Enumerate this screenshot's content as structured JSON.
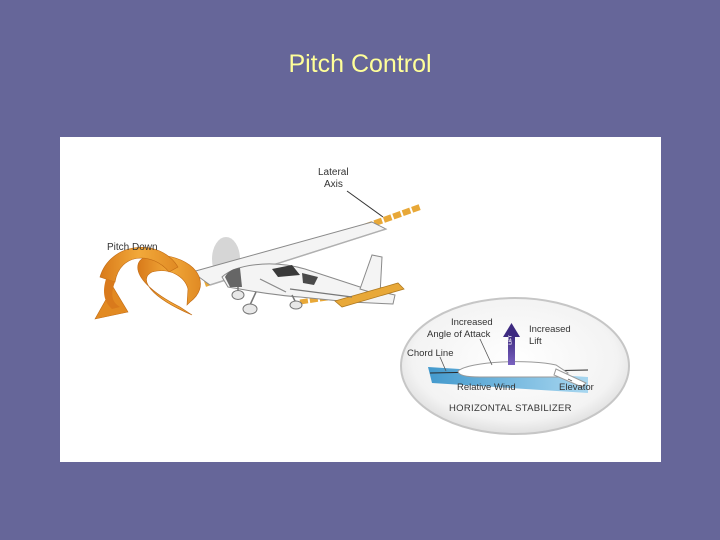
{
  "slide": {
    "title": "Pitch Control",
    "background_color": "#666699",
    "title_color": "#ffff99"
  },
  "figure": {
    "labels": {
      "lateral_axis_line1": "Lateral",
      "lateral_axis_line2": "Axis",
      "pitch_down": "Pitch Down",
      "increased_aoa_line1": "Increased",
      "increased_aoa_line2": "Angle of Attack",
      "increased_lift_line1": "Increased",
      "increased_lift_line2": "Lift",
      "chord_line": "Chord Line",
      "relative_wind": "Relative Wind",
      "elevator": "Elevator",
      "horizontal_stabilizer": "HORIZONTAL STABILIZER",
      "lift_arrow": "LIFT"
    },
    "colors": {
      "axis_orange": "#e8a838",
      "lift_arrow": "#5b3f99",
      "wind_blue": "#4aa8d8",
      "aircraft_white": "#f4f4f4"
    }
  }
}
